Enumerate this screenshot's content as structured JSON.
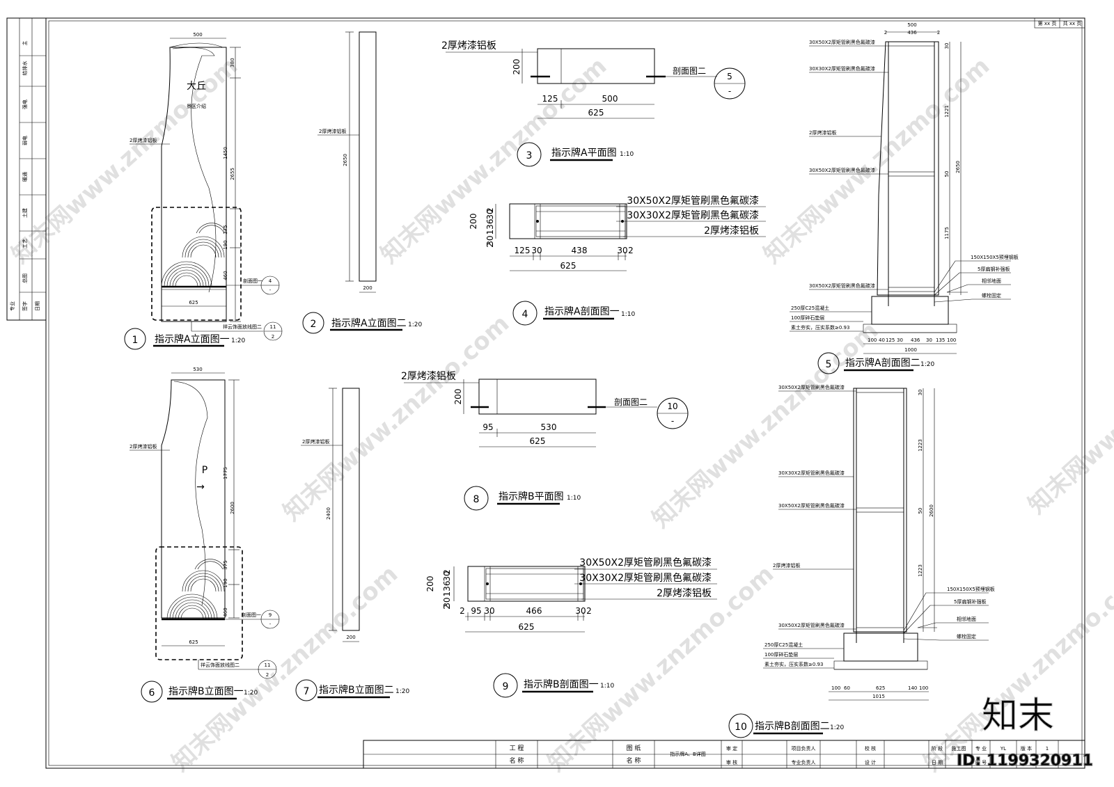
{
  "side_column": {
    "labels": [
      "主",
      "给排水",
      "强电",
      "弱电",
      "暖通",
      "土建",
      "工艺",
      "总图",
      "专业",
      "签字",
      "日期"
    ]
  },
  "title_block": {
    "corner_labels": [
      "第 xx 页",
      "共 xx 页"
    ],
    "project_label": "工 程\n名 称",
    "drawing_label": "图 纸\n名 称",
    "drawing_name": "指示牌A、B详图",
    "review_1": "审 定",
    "review_2": "审 核",
    "leader_1": "项目负责人",
    "leader_2": "专业负责人",
    "check": "校 核",
    "design": "设 计",
    "stage_label": "阶 段",
    "stage_value": "施工图",
    "major_label": "专 业",
    "major_value": "YL",
    "version_label": "版 本",
    "version_value": "1",
    "date_label": "日 期",
    "number_label": "图 号",
    "id_text": "ID: 1199320911"
  },
  "watermark": {
    "text": "知末网www.znzmo.com",
    "logo": "知末"
  },
  "views": {
    "v1": {
      "num": "1",
      "title": "指示牌A立面图一",
      "scale": "1:20",
      "sign_big": "大丘",
      "sign_small": "景区介绍",
      "dim_top": "500",
      "dim_bottom": "625",
      "dims_right": [
        "380",
        "1450",
        "2655",
        "375",
        "190",
        "460"
      ],
      "note": "2厚烤漆铝板",
      "callout_label": "剖面图一",
      "callout_num": "4",
      "callout_sub": "-",
      "callout2_label": "祥云饰面放线图二",
      "callout2_num": "11",
      "callout2_sub": "2"
    },
    "v2": {
      "num": "2",
      "title": "指示牌A立面图二",
      "scale": "1:20",
      "dim_h": "2650",
      "dim_w": "200",
      "note": "2厚烤漆铝板"
    },
    "v3": {
      "num": "3",
      "title": "指示牌A平面图",
      "scale": "1:10",
      "note": "2厚烤漆铝板",
      "dim_h": "200",
      "dim_a": "125",
      "dim_b": "500",
      "dim_total": "625",
      "callout_label": "剖面图二",
      "callout_num": "5",
      "callout_sub": "-"
    },
    "v4": {
      "num": "4",
      "title": "指示牌A剖面图一",
      "scale": "1:10",
      "notes": [
        "30X50X2厚矩管刷黑色氟碳漆",
        "30X30X2厚矩管刷黑色氟碳漆",
        "2厚烤漆铝板"
      ],
      "dim_h": "200",
      "dim_v": [
        "2",
        "30",
        "136",
        "30",
        "2"
      ],
      "dim_row": [
        "125",
        "30",
        "438",
        "30",
        "2"
      ],
      "dim_total": "625"
    },
    "v5": {
      "num": "5",
      "title": "指示牌A剖面图二",
      "scale": "1:20",
      "top_dims": [
        "500",
        "436",
        "2",
        "2"
      ],
      "right_dims": [
        "1221",
        "1175",
        "2650",
        "50",
        "30"
      ],
      "left_notes": [
        "30X50X2厚矩管刷黑色氟碳漆",
        "30X30X2厚矩管刷黑色氟碳漆",
        "2厚烤漆铝板",
        "30X50X2厚矩管刷黑色氟碳漆",
        "30X50X2厚矩管刷黑色氟碳漆"
      ],
      "right_notes": [
        "150X150X5预埋钢板",
        "5厚扁钢补强板",
        "相邻地面",
        "螺栓固定"
      ],
      "foundation_notes": [
        "250厚C25混凝土",
        "100厚碎石垫层",
        "素土夯实，压实系数≥0.93"
      ],
      "bottom_dims": [
        "100",
        "40",
        "125",
        "30",
        "436",
        "30",
        "135",
        "100"
      ],
      "bottom_total": "1000"
    },
    "v6": {
      "num": "6",
      "title": "指示牌B立面图一",
      "scale": "1:20",
      "sign_big": "P",
      "sign_arrow": "→",
      "dim_top": "530",
      "dim_bottom": "625",
      "dims_right": [
        "1775",
        "2600",
        "375",
        "190",
        "460"
      ],
      "note": "2厚烤漆铝板",
      "callout_label": "剖面图一",
      "callout_num": "9",
      "callout_sub": "-",
      "callout2_label": "祥云饰面放线图二",
      "callout2_num": "11",
      "callout2_sub": "2"
    },
    "v7": {
      "num": "7",
      "title": "指示牌B立面图二",
      "scale": "1:20",
      "dim_h": "2400",
      "dim_w": "200",
      "note": "2厚烤漆铝板"
    },
    "v8": {
      "num": "8",
      "title": "指示牌B平面图",
      "scale": "1:10",
      "note": "2厚烤漆铝板",
      "dim_h": "200",
      "dim_a": "95",
      "dim_b": "530",
      "dim_total": "625",
      "callout_label": "剖面图二",
      "callout_num": "10",
      "callout_sub": "-"
    },
    "v9": {
      "num": "9",
      "title": "指示牌B剖面图一",
      "scale": "1:10",
      "notes": [
        "30X50X2厚矩管刷黑色氟碳漆",
        "30X30X2厚矩管刷黑色氟碳漆",
        "2厚烤漆铝板"
      ],
      "dim_h": "200",
      "dim_v": [
        "2",
        "30",
        "136",
        "30",
        "2"
      ],
      "dim_row": [
        "2",
        "95",
        "30",
        "466",
        "30",
        "2"
      ],
      "dim_total": "625"
    },
    "v10": {
      "num": "10",
      "title": "指示牌B剖面图二",
      "scale": "1:20",
      "right_dims": [
        "1223",
        "1223",
        "2600",
        "50",
        "30"
      ],
      "left_notes": [
        "30X50X2厚矩管刷黑色氟碳漆",
        "30X30X2厚矩管刷黑色氟碳漆",
        "30X50X2厚矩管刷黑色氟碳漆",
        "2厚烤漆铝板",
        "30X50X2厚矩管刷黑色氟碳漆"
      ],
      "right_notes": [
        "150X150X5预埋钢板",
        "5厚扁钢补强板",
        "相邻地面",
        "螺栓固定"
      ],
      "foundation_notes": [
        "250厚C25混凝土",
        "100厚碎石垫层",
        "素土夯实，压实系数≥0.93"
      ],
      "bottom_dims": [
        "100",
        "60",
        "625",
        "140",
        "100"
      ],
      "bottom_total": "1015"
    }
  }
}
